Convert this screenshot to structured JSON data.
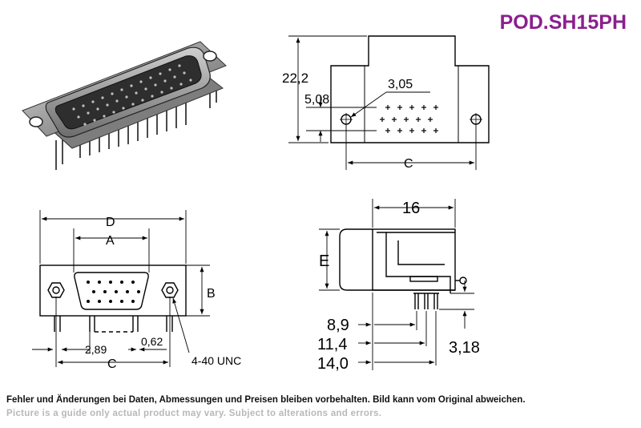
{
  "title": "POD.SH15PH",
  "dims": {
    "h_total": "22,2",
    "pitch_v": "5,08",
    "hole": "3,05",
    "c": "C",
    "d": "D",
    "a": "A",
    "b": "B",
    "e": "E",
    "w16": "16",
    "off1": "2,89",
    "off2": "0,62",
    "screw": "4-40 UNC",
    "l1": "8,9",
    "l2": "11,4",
    "l3": "14,0",
    "pin_len": "3,18"
  },
  "footer": {
    "de": "Fehler und Änderungen bei Daten, Abmessungen und Preisen bleiben vorbehalten. Bild kann vom Original abweichen.",
    "en": "Picture is a guide only actual product may vary. Subject to alterations and errors."
  }
}
